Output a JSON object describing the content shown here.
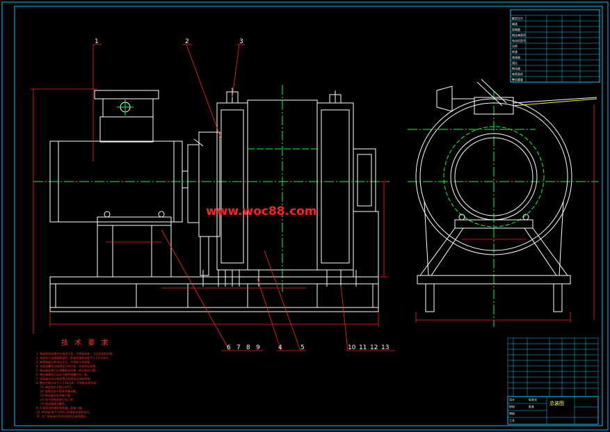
{
  "watermark": "www.woc88.com",
  "tech_requirements": {
    "title": "技 术 要 求",
    "lines": [
      "1. 装配前所有零件应清洗干净，不得有毛刺、飞边及其他杂物。",
      "2. 电动机与减速器联接时，两轴同轴度误差不大于0.1mm。",
      "3. 卷筒装配后转动应灵活，不得有卡滞现象。",
      "4. 各紧固螺栓应按规定力矩拧紧，并加防松装置。",
      "5. 制动器安装后应调整制动间隙，保证制动可靠。",
      "6. 钢丝绳缠绕方向应与卷筒绳槽方向一致。",
      "7. 减速器内加注规定牌号润滑油至油标刻线。",
      "8. 整机空载试车不少于30分钟，不得有异常声响。",
      "(1) 轴承温升不超过40°C；",
      "(2) 各密封处不得有渗漏现象；",
      "(3) 制动器动作灵敏可靠；",
      "(4) 电气控制系统工作正常；",
      "(5) 钢丝绳排列整齐。",
      "9. 外表面涂防锈底漆两遍，面漆一遍。",
      "10. 其余按GB/T 1955-2008有关规定执行。",
      "11. 出厂前应进行负荷试验并出具合格证。"
    ]
  },
  "part_labels": {
    "top": [
      "1",
      "2",
      "3"
    ],
    "bottom_a": [
      "6",
      "7",
      "8",
      "9"
    ],
    "bottom_b": [
      "4",
      "5"
    ],
    "bottom_c": [
      "10",
      "11",
      "12",
      "13"
    ]
  },
  "title_block": {
    "drawing_name": "总装图",
    "rows": [
      "设计",
      "校核",
      "审核",
      "工艺",
      "标准化",
      "批准"
    ]
  },
  "tech_params": {
    "rows": [
      "额定拉力",
      "绳速",
      "容绳量",
      "钢丝绳直径",
      "电动机型号",
      "功率",
      "转速",
      "减速器",
      "速比",
      "制动器",
      "卷筒直径",
      "整机重量"
    ]
  },
  "colors": {
    "background": "#000000",
    "line": "#ffffff",
    "centerline": "#00ff40",
    "dimension": "#ff2020",
    "frame": "#00c8ff",
    "accent": "#ffff40"
  }
}
